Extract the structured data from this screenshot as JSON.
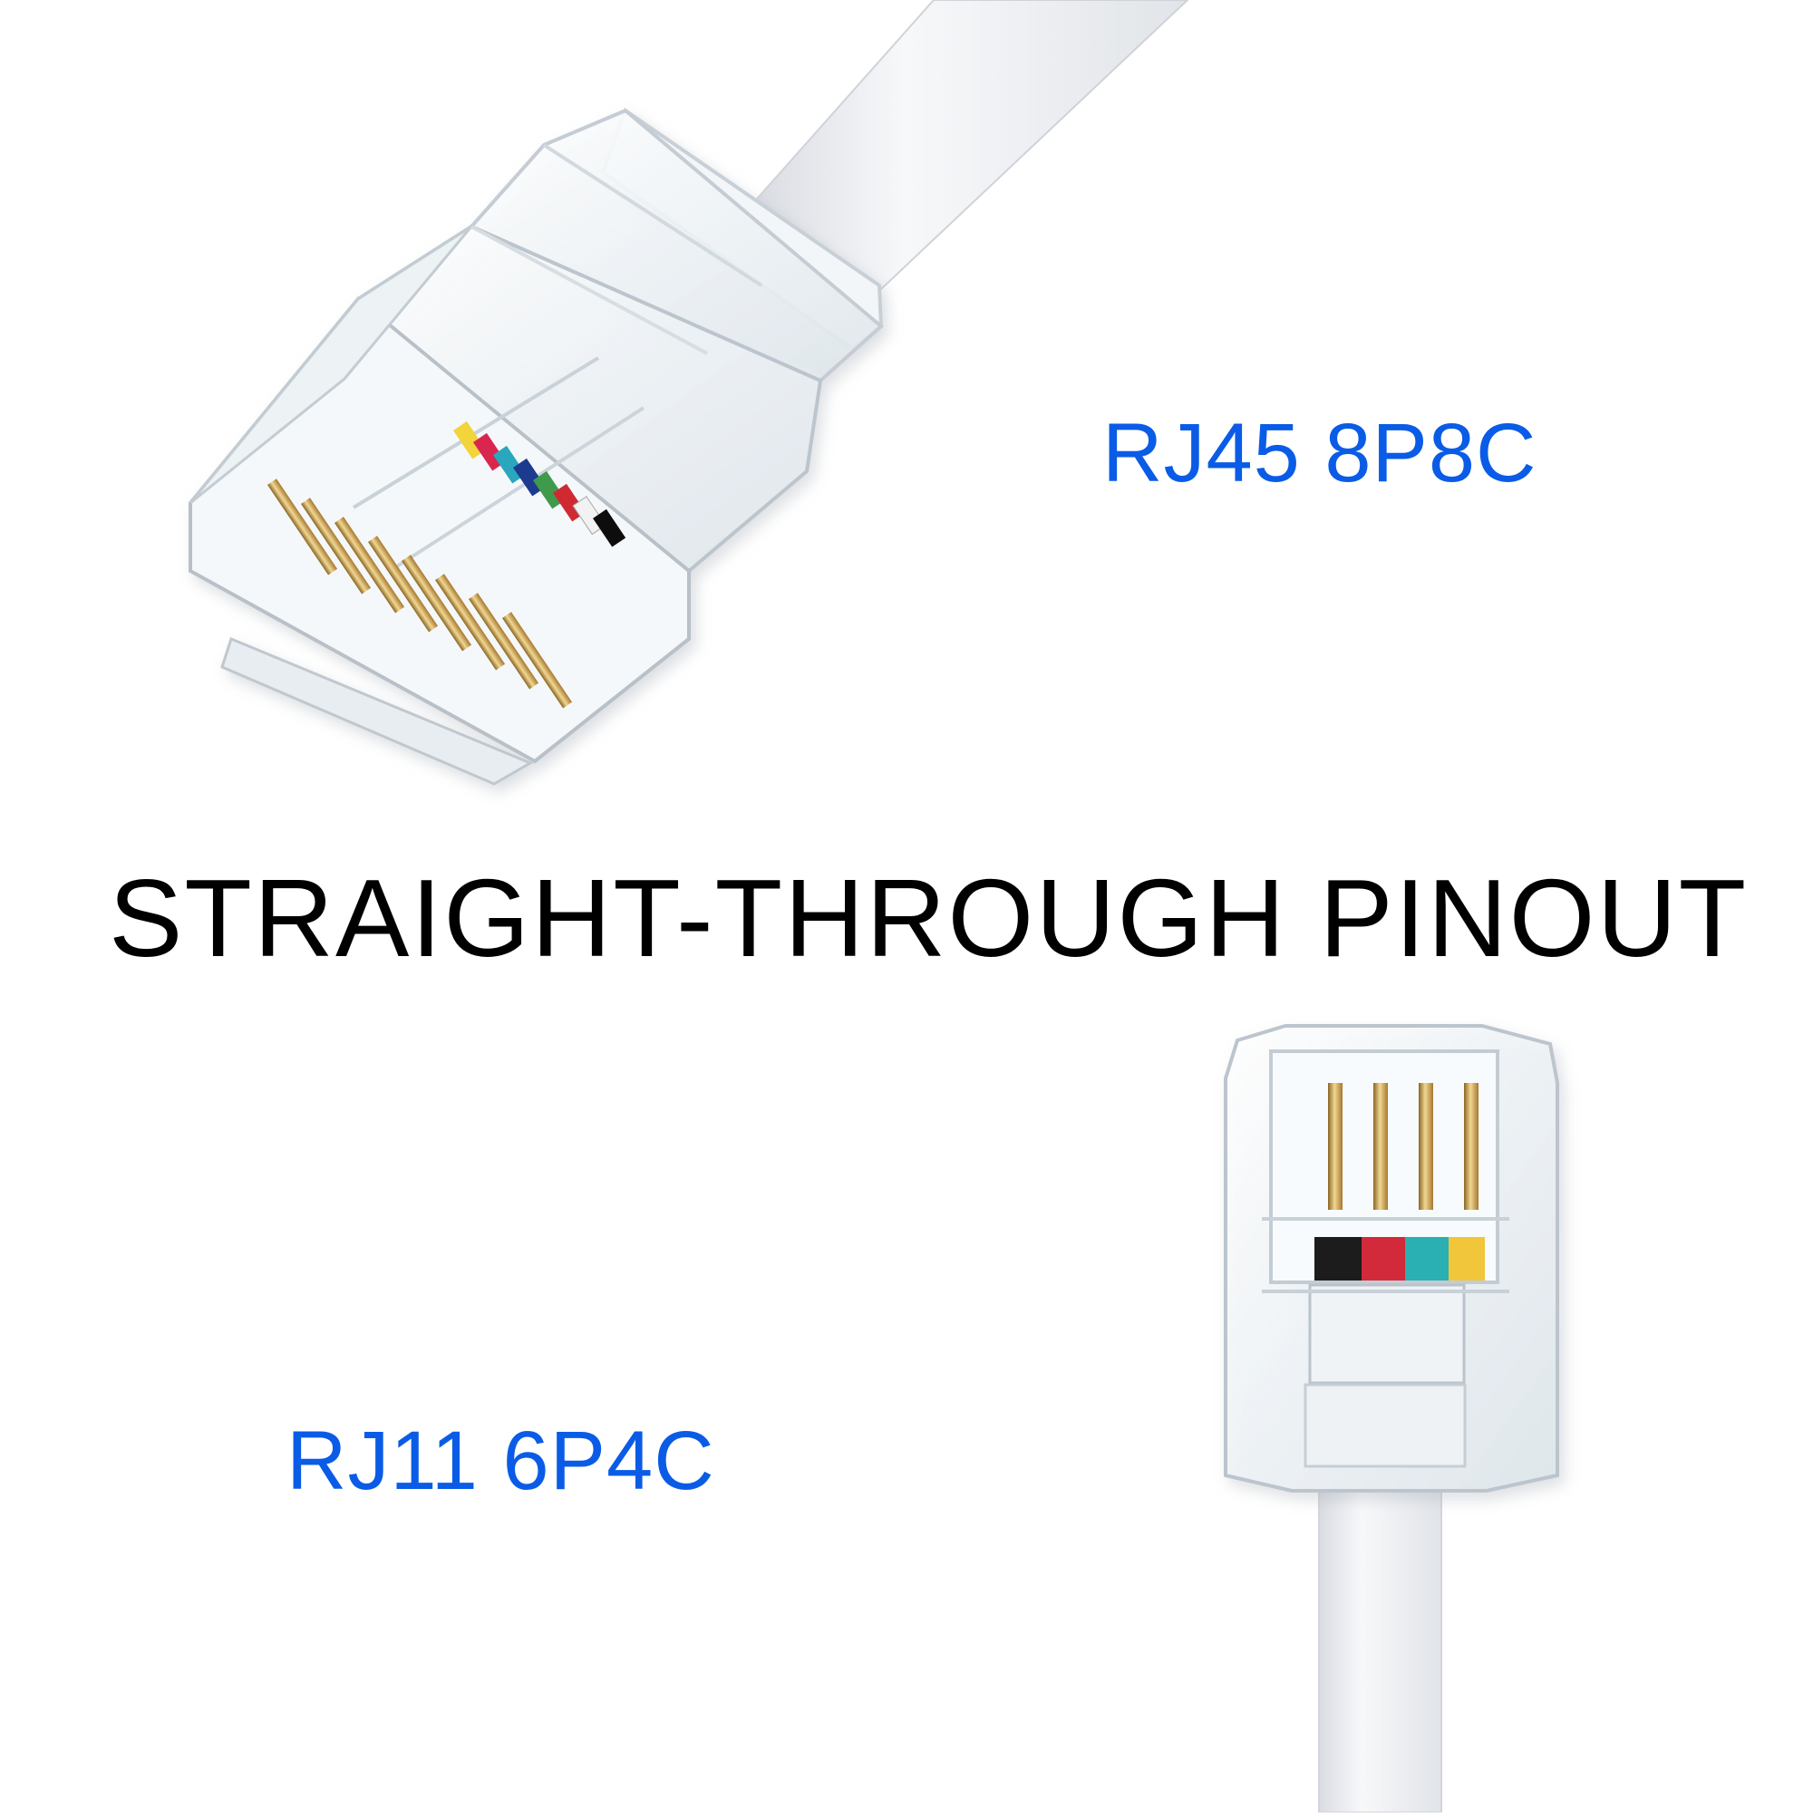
{
  "headline": "STRAIGHT-THROUGH PINOUT",
  "rj45": {
    "label": "RJ45 8P8C",
    "wire_colors": [
      "#f2d43a",
      "#d9274f",
      "#2aa7bc",
      "#1f3b8f",
      "#3f9a4c",
      "#cf2a32",
      "#f2f2f2",
      "#111111"
    ]
  },
  "rj11": {
    "label": "RJ11 6P4C",
    "wire_colors": [
      "#1a1a1a",
      "#d22a3b",
      "#29b0b3",
      "#f1c63a"
    ]
  },
  "colors": {
    "label_blue": "#0a5ce6",
    "headline_black": "#000000",
    "cable_white": "#f2f3f5"
  }
}
